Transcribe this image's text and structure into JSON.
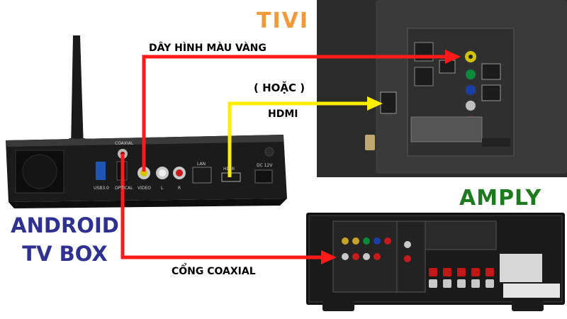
{
  "titles": {
    "tivi": "TIVI",
    "amply": "AMPLY",
    "android_line1": "ANDROID",
    "android_line2": "TV BOX"
  },
  "cable_labels": {
    "yellow_video": "DÂY HÌNH MÀU VÀNG",
    "or": "( HOẶC )",
    "hdmi": "HDMI",
    "coaxial": "CỔNG COAXIAL"
  },
  "box_port_labels": {
    "coaxial": "COAXIAL",
    "usb": "USB3.0",
    "optical": "OPTICAL",
    "video": "VIDEO",
    "left": "L",
    "right": "R",
    "lan": "LAN",
    "hdmi": "HDMI",
    "dc": "DC 12V"
  },
  "colors": {
    "red_cable": "#ff1a1a",
    "yellow_cable": "#ffee00",
    "tivi_title": "#f29a3a",
    "amply_title": "#1e7a1e",
    "android_title": "#2e3192"
  }
}
